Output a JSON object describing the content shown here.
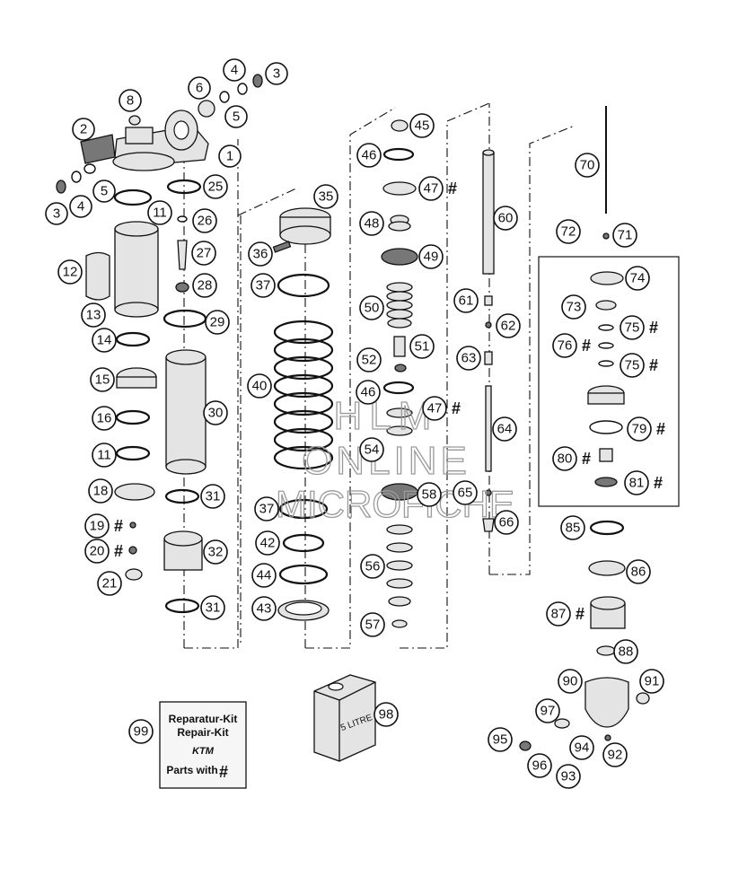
{
  "watermark": {
    "line1": "HLM",
    "line2": "ONLINE",
    "line3": "MICROFICHE"
  },
  "kit": {
    "line1": "Reparatur-Kit",
    "line2": "Repair-Kit",
    "brand": "KTM",
    "line3": "Parts with",
    "hash": "#"
  },
  "can": {
    "label": "5 LITRE"
  },
  "hash_symbol": "#",
  "callouts": [
    {
      "id": "c1",
      "label": "1"
    },
    {
      "id": "c2",
      "label": "2"
    },
    {
      "id": "c3a",
      "label": "3"
    },
    {
      "id": "c4a",
      "label": "4"
    },
    {
      "id": "c5a",
      "label": "5"
    },
    {
      "id": "c3b",
      "label": "3"
    },
    {
      "id": "c4b",
      "label": "4"
    },
    {
      "id": "c5b",
      "label": "5"
    },
    {
      "id": "c6",
      "label": "6"
    },
    {
      "id": "c8",
      "label": "8"
    },
    {
      "id": "c11a",
      "label": "11"
    },
    {
      "id": "c11b",
      "label": "11"
    },
    {
      "id": "c12",
      "label": "12"
    },
    {
      "id": "c13",
      "label": "13"
    },
    {
      "id": "c14",
      "label": "14"
    },
    {
      "id": "c15",
      "label": "15"
    },
    {
      "id": "c16",
      "label": "16"
    },
    {
      "id": "c18",
      "label": "18"
    },
    {
      "id": "c19",
      "label": "19"
    },
    {
      "id": "c20",
      "label": "20"
    },
    {
      "id": "c21",
      "label": "21"
    },
    {
      "id": "c25",
      "label": "25"
    },
    {
      "id": "c26",
      "label": "26"
    },
    {
      "id": "c27",
      "label": "27"
    },
    {
      "id": "c28",
      "label": "28"
    },
    {
      "id": "c29",
      "label": "29"
    },
    {
      "id": "c30",
      "label": "30"
    },
    {
      "id": "c31a",
      "label": "31"
    },
    {
      "id": "c31b",
      "label": "31"
    },
    {
      "id": "c32",
      "label": "32"
    },
    {
      "id": "c35",
      "label": "35"
    },
    {
      "id": "c36",
      "label": "36"
    },
    {
      "id": "c37a",
      "label": "37"
    },
    {
      "id": "c37b",
      "label": "37"
    },
    {
      "id": "c40",
      "label": "40"
    },
    {
      "id": "c42",
      "label": "42"
    },
    {
      "id": "c44",
      "label": "44"
    },
    {
      "id": "c43",
      "label": "43"
    },
    {
      "id": "c45",
      "label": "45"
    },
    {
      "id": "c46a",
      "label": "46"
    },
    {
      "id": "c47a",
      "label": "47"
    },
    {
      "id": "c48",
      "label": "48"
    },
    {
      "id": "c49",
      "label": "49"
    },
    {
      "id": "c50",
      "label": "50"
    },
    {
      "id": "c51",
      "label": "51"
    },
    {
      "id": "c52",
      "label": "52"
    },
    {
      "id": "c46b",
      "label": "46"
    },
    {
      "id": "c47b",
      "label": "47"
    },
    {
      "id": "c54",
      "label": "54"
    },
    {
      "id": "c58",
      "label": "58"
    },
    {
      "id": "c56",
      "label": "56"
    },
    {
      "id": "c57",
      "label": "57"
    },
    {
      "id": "c60",
      "label": "60"
    },
    {
      "id": "c61",
      "label": "61"
    },
    {
      "id": "c62",
      "label": "62"
    },
    {
      "id": "c63",
      "label": "63"
    },
    {
      "id": "c64",
      "label": "64"
    },
    {
      "id": "c65",
      "label": "65"
    },
    {
      "id": "c66",
      "label": "66"
    },
    {
      "id": "c70",
      "label": "70"
    },
    {
      "id": "c71",
      "label": "71"
    },
    {
      "id": "c72",
      "label": "72"
    },
    {
      "id": "c74",
      "label": "74"
    },
    {
      "id": "c73",
      "label": "73"
    },
    {
      "id": "c75a",
      "label": "75"
    },
    {
      "id": "c76",
      "label": "76"
    },
    {
      "id": "c75b",
      "label": "75"
    },
    {
      "id": "c79",
      "label": "79"
    },
    {
      "id": "c80",
      "label": "80"
    },
    {
      "id": "c81",
      "label": "81"
    },
    {
      "id": "c85",
      "label": "85"
    },
    {
      "id": "c86",
      "label": "86"
    },
    {
      "id": "c87",
      "label": "87"
    },
    {
      "id": "c88",
      "label": "88"
    },
    {
      "id": "c90",
      "label": "90"
    },
    {
      "id": "c91",
      "label": "91"
    },
    {
      "id": "c97",
      "label": "97"
    },
    {
      "id": "c95",
      "label": "95"
    },
    {
      "id": "c94",
      "label": "94"
    },
    {
      "id": "c92",
      "label": "92"
    },
    {
      "id": "c96",
      "label": "96"
    },
    {
      "id": "c93",
      "label": "93"
    },
    {
      "id": "c96b",
      "label": "98"
    },
    {
      "id": "c99",
      "label": "99"
    }
  ]
}
